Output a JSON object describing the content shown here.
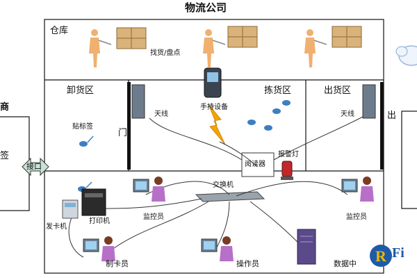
{
  "title": "物流公司",
  "zones": {
    "warehouse": "仓库",
    "unloading": "卸货区",
    "sorting": "拣货区",
    "shipping": "出货区",
    "supplier_partial": "商",
    "exit_partial": "出",
    "entrance_partial": "门"
  },
  "labels": {
    "find_count": "找货/盘点",
    "tag": "贴标签",
    "antenna_left": "天线",
    "handheld": "手持设备",
    "antenna_right": "天线",
    "reader": "阅读器",
    "alarm": "报警灯",
    "switch": "交换机",
    "interface": "接口",
    "printer": "打印机",
    "card_issuer": "发卡机",
    "monitor_left": "监控员",
    "monitor_right": "监控员",
    "card_maker": "制卡员",
    "operator": "操作员",
    "data_center": "数据中",
    "left_partial": "签",
    "logo_text": "Fi"
  },
  "colors": {
    "border": "#111111",
    "lightning": "#f5a300",
    "box": "#d9b37a",
    "person": "#f0b070",
    "cable": "#333333",
    "cloud": "#9ab7d8"
  },
  "icons": [
    "worker-icon",
    "box-icon",
    "antenna-icon",
    "handheld-icon",
    "reader-icon",
    "alarm-icon",
    "switch-icon",
    "printer-icon",
    "card-issuer-icon",
    "computer-operator-icon",
    "server-icon",
    "rfid-tag-icon",
    "lightning-icon",
    "cloud-icon",
    "rfid-logo-icon"
  ]
}
